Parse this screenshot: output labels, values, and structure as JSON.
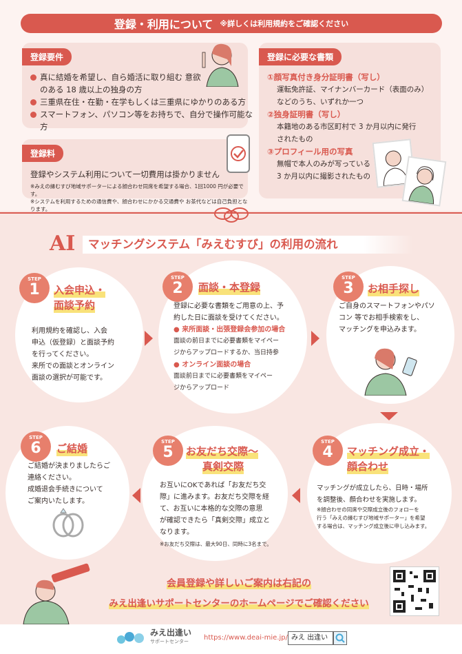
{
  "header": {
    "title": "登録・利用について",
    "subtitle": "※詳しくは利用規約をご確認ください"
  },
  "requirements": {
    "label": "登録要件",
    "items": [
      "真に結婚を希望し、自ら婚活に取り組む 意欲のある 18 歳以上の独身の方",
      "三重県在住・在勤・在学もしくは三重県にゆかりのある方",
      "スマートフォン、パソコン等をお持ちで、自分で操作可能な方"
    ]
  },
  "documents": {
    "label": "登録に必要な書類",
    "items": [
      {
        "title": "①顔写真付き身分証明書（写し）",
        "lines": [
          "運転免許証、マイナンバーカード（表面のみ）",
          "などのうち、いずれか一つ"
        ]
      },
      {
        "title": "②独身証明書（写し）",
        "lines": [
          "本籍地のある市区町村で 3 か月以内に発行",
          "されたもの"
        ]
      },
      {
        "title": "③プロフィール用の写真",
        "lines": [
          "無帽で本人のみが写っている",
          "3 か月以内に撮影されたもの"
        ]
      }
    ]
  },
  "fee": {
    "label": "登録料",
    "text": "登録やシステム利用について一切費用は掛かりません",
    "notes": [
      "※みえの縁むすび地域サポーターによる顔合わせ同席を希望する場合、1回1000 円が必要です。",
      "※システムを利用するための通信費や、顔合わせにかかる交通費や お茶代などは自己負担となります。"
    ]
  },
  "flow": {
    "logo": "AI",
    "title": "マッチングシステム「みえむすび」の利用の流れ"
  },
  "steps": [
    {
      "word": "STEP",
      "num": "1",
      "title1": "入会申込・",
      "title2": "面談予約",
      "lines": [
        "利用規約を確認し、入会",
        "申込（仮登録）と面談予約",
        "を行ってください。",
        "来所での面談とオンライン",
        "面談の選択が可能です。"
      ]
    },
    {
      "word": "STEP",
      "num": "2",
      "title1": "面談・本登録",
      "lines": [
        "登録に必要な書類をご用意の上、予",
        "約した日に面談を受けてください。"
      ],
      "sub1": "来所面談・出張登録会参加の場合",
      "sub1lines": [
        "面談の前日までに必要書類をマイペー",
        "ジからアップロードするか、当日持参"
      ],
      "sub2": "オンライン面談の場合",
      "sub2lines": [
        "面談前日までに必要書類をマイペー",
        "ジからアップロード"
      ]
    },
    {
      "word": "STEP",
      "num": "3",
      "title1": "お相手探し",
      "lines": [
        "ご自身のスマートフォンやパソ",
        "コン 等でお相手検索をし、",
        "マッチングを申込みます。"
      ]
    },
    {
      "word": "STEP",
      "num": "4",
      "title1": "マッチング成立・",
      "title2": "顔合わせ",
      "lines": [
        "マッチングが成立したら、日時・場所",
        "を調整後、顔合わせを実施します。"
      ],
      "notes": [
        "※顔合わせの同席や交際成立後のフォローを",
        "行う「みえの縁むすび地域サポーター」を希望",
        "する場合は、マッチング成立後に申し込みます。"
      ]
    },
    {
      "word": "STEP",
      "num": "5",
      "title1": "お友だち交際〜",
      "title2": "真剣交際",
      "lines": [
        "お互いにOKであれば「お友だち交",
        "際」に進みます。お友だち交際を経",
        "て、お互いに本格的な交際の意思",
        "が確認できたら「真剣交際」成立と",
        "なります。"
      ],
      "note": "※お友だち交際は、最大90日、同時に3名まで。"
    },
    {
      "word": "STEP",
      "num": "6",
      "title1": "ご結婚",
      "lines": [
        "ご結婚が決まりましたらご",
        "連絡ください。",
        "成婚退会手続きについて",
        "ご案内いたします。"
      ]
    }
  ],
  "cta": {
    "line1": "会員登録や詳しいご案内は右記の",
    "line2": "みえ出逢いサポートセンターのホームページでご確認ください"
  },
  "footer": {
    "brand": "みえ出逢い",
    "brand_sub": "サポートセンター",
    "url": "https://www.deai-mie.jp/",
    "search_text": "みえ 出逢い"
  },
  "colors": {
    "accent": "#d9594f",
    "highlight": "#f9e27a",
    "bg": "#f9e6e2"
  }
}
